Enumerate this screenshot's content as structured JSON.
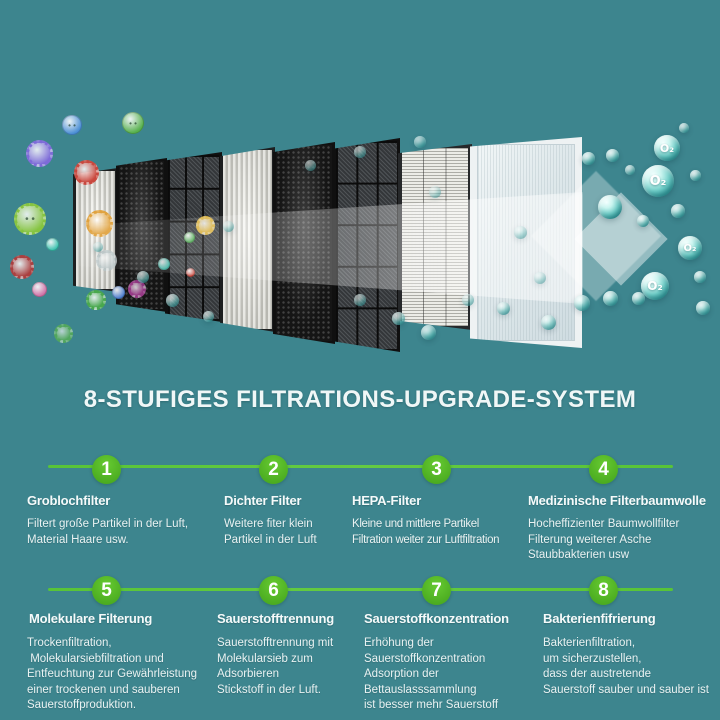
{
  "title": "8-STUFIGES FILTRATIONS-UPGRADE-SYSTEM",
  "scene": {
    "o2_label": "O₂",
    "airflow_arrow": "right-arrow",
    "filter_layer_count": 8
  },
  "colors": {
    "background_teal": "#3d858e",
    "accent_green": "#52b52a",
    "connector_green": "#5ec53b",
    "text_white": "#f0f7f7"
  },
  "steps": [
    {
      "number": "1",
      "heading": "Groblochfilter",
      "lines": [
        "Filtert große Partikel in der Luft,",
        "Material Haare usw."
      ]
    },
    {
      "number": "2",
      "heading": "Dichter Filter",
      "lines": [
        "Weitere fiter klein",
        "Partikel in der Luft"
      ]
    },
    {
      "number": "3",
      "heading": "HEPA-Filter",
      "lines": [
        "Kleine und mittlere Partikel",
        "Filtration weiter zur Luftfiltration"
      ]
    },
    {
      "number": "4",
      "heading": "Medizinische Filterbaumwolle",
      "lines": [
        "Hocheffizienter Baumwollfilter",
        "Filterung weiterer Asche",
        "Staubbakterien usw"
      ]
    },
    {
      "number": "5",
      "heading": "Molekulare Filterung",
      "lines": [
        "Trockenfiltration,",
        " Molekularsiebfiltration und",
        "Entfeuchtung zur Gewährleistung",
        "einer trockenen und sauberen",
        "Sauerstoffproduktion."
      ]
    },
    {
      "number": "6",
      "heading": "Sauerstofftrennung",
      "lines": [
        "Sauerstofftrennung mit",
        "Molekularsieb zum",
        "Adsorbieren",
        "Stickstoff in der Luft."
      ]
    },
    {
      "number": "7",
      "heading": "Sauerstoffkonzentration",
      "lines": [
        "Erhöhung der",
        "Sauerstoffkonzentration",
        "Adsorption der",
        "Bettauslasssammlung",
        "ist besser mehr Sauerstoff"
      ]
    },
    {
      "number": "8",
      "heading": "Bakterienfifrierung",
      "lines": [
        "Bakterienfiltration,",
        "um sicherzustellen,",
        "dass der austretende",
        "Sauerstoff sauber und sauber ist"
      ]
    }
  ]
}
